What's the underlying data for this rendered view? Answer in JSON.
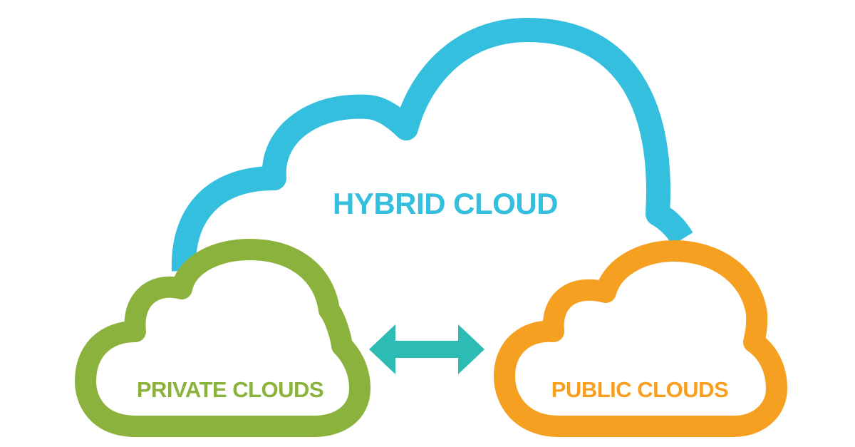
{
  "labels": {
    "hybrid": "HYBRID CLOUD",
    "private": "PRIVATE CLOUDS",
    "public": "PUBLIC CLOUDS"
  },
  "colors": {
    "hybrid": "#33bfdd",
    "private": "#8bb23c",
    "public": "#f5a021",
    "arrow": "#2dbcb4",
    "background": "#ffffff"
  },
  "icons": {
    "connector": "double-headed-arrow"
  }
}
